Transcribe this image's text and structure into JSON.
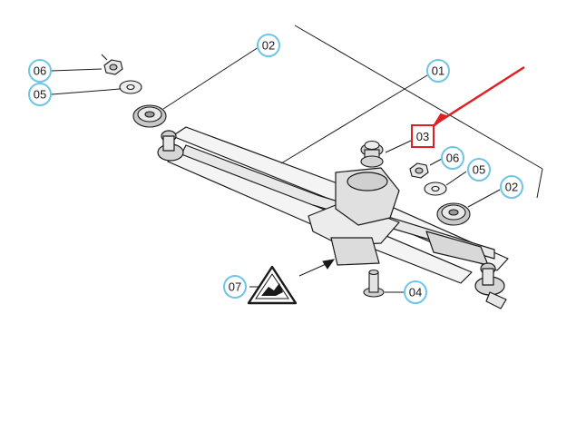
{
  "diagram": {
    "callouts": [
      {
        "id": "c06a",
        "label": "06"
      },
      {
        "id": "c05a",
        "label": "05"
      },
      {
        "id": "c02a",
        "label": "02"
      },
      {
        "id": "c01",
        "label": "01"
      },
      {
        "id": "c03",
        "label": "03"
      },
      {
        "id": "c06b",
        "label": "06"
      },
      {
        "id": "c05b",
        "label": "05"
      },
      {
        "id": "c02b",
        "label": "02"
      },
      {
        "id": "c07",
        "label": "07"
      },
      {
        "id": "c04",
        "label": "04"
      }
    ],
    "colors": {
      "callout_ring": "#6ec6e6",
      "highlight": "#e02020",
      "line": "#1a1a1a",
      "part_fill": "#f2f2f2",
      "part_shade": "#bdbdbd"
    }
  }
}
